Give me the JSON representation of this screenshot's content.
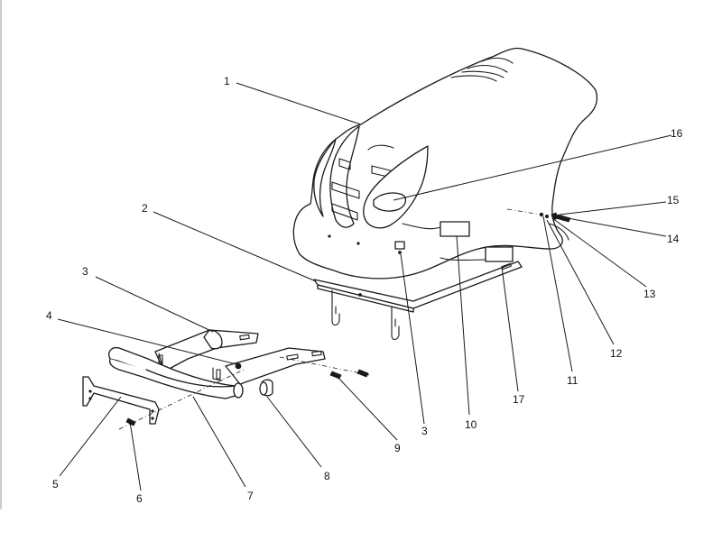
{
  "colors": {
    "ink": "#1a1a1a",
    "background": "#ffffff"
  },
  "labels": {
    "l1": "1",
    "l2": "2",
    "l3a": "3",
    "l3b": "3",
    "l4": "4",
    "l5": "5",
    "l6": "6",
    "l7": "7",
    "l8": "8",
    "l9": "9",
    "l10": "10",
    "l11": "11",
    "l12": "12",
    "l13": "13",
    "l14": "14",
    "l15": "15",
    "l16": "16",
    "l17": "17"
  }
}
